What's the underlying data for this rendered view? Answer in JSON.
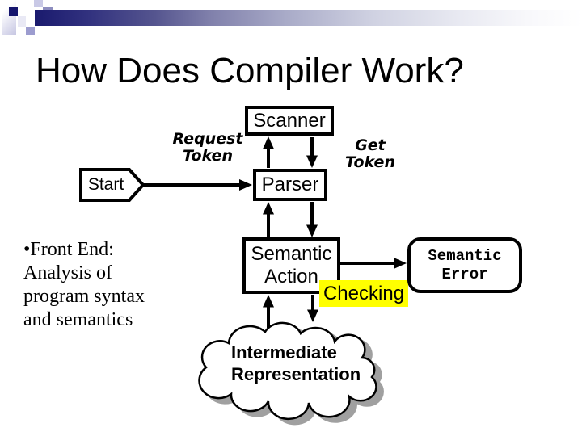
{
  "slide": {
    "title": "How Does Compiler Work?",
    "bullet_text": "•Front End:\nAnalysis of\nprogram syntax\nand semantics"
  },
  "diagram": {
    "start_label": "Start",
    "scanner_label": "Scanner",
    "parser_label": "Parser",
    "semantic_action_label": "Semantic\nAction",
    "checking_label": "Checking",
    "semantic_error_label": "Semantic\nError",
    "cloud_label": "Intermediate\nRepresentation",
    "request_token_label": "Request\nToken",
    "get_token_label": "Get\nToken"
  },
  "colors": {
    "highlight_yellow": "#ffff00",
    "header_navy": "#1a1a6e",
    "cloud_shadow_gray": "#a0a0a0",
    "ink": "#000000",
    "background": "#ffffff"
  }
}
